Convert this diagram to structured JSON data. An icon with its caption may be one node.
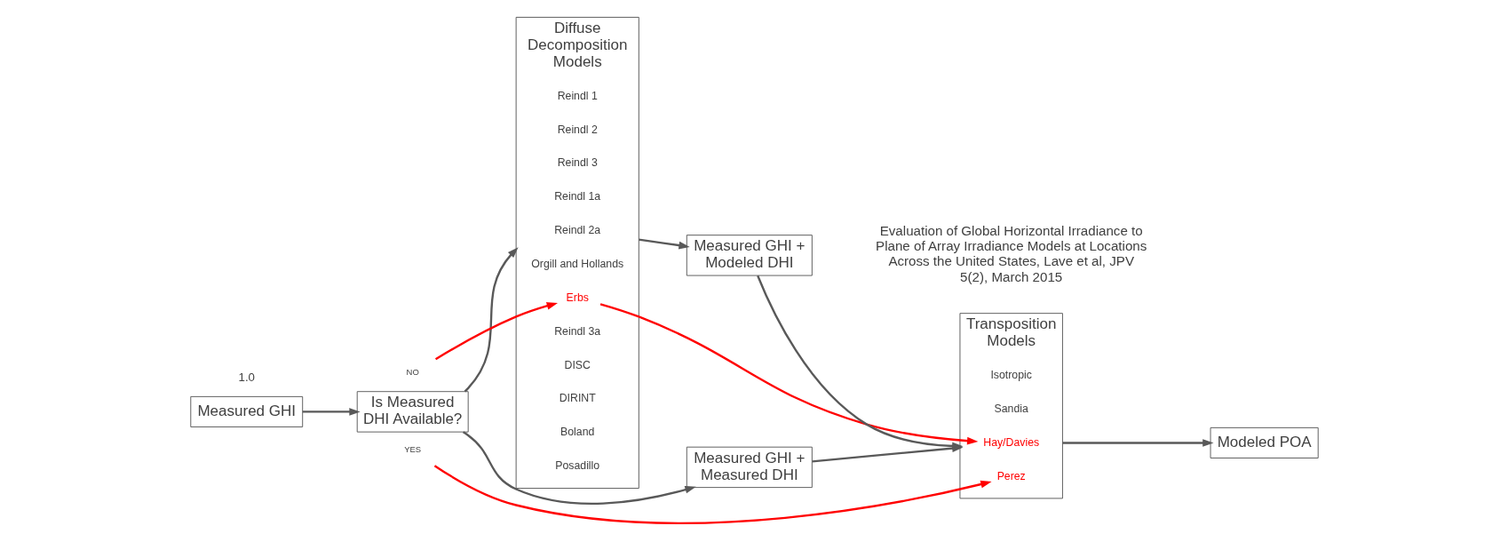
{
  "diagram": {
    "nodes": [
      {
        "text": [
          "Measured GHI"
        ]
      },
      {
        "text": [
          "Is Measured DHI Available?"
        ]
      },
      {
        "text": [
          "Diffuse Decomposition Models"
        ]
      },
      {
        "text": [
          "Orgill and Hollands"
        ],
        "in": 2
      },
      {
        "text": [
          "Erbs"
        ],
        "in": 2
      },
      {
        "text": [
          "Reindl 1"
        ],
        "in": 2
      },
      {
        "text": [
          "Reindl 2"
        ],
        "in": 2
      },
      {
        "text": [
          "Reindl 3"
        ],
        "in": 2
      },
      {
        "text": [
          "Reindl 1a"
        ],
        "in": 2
      },
      {
        "text": [
          "Reindl 2a"
        ],
        "in": 2
      },
      {
        "text": [
          "Reindl 3a"
        ],
        "in": 2
      },
      {
        "text": [
          "DISC"
        ],
        "in": 2
      },
      {
        "text": [
          "DIRINT"
        ],
        "in": 2
      },
      {
        "text": [
          "Boland"
        ],
        "in": 2
      },
      {
        "text": [
          "Posadillo"
        ],
        "in": 2
      },
      {
        "text": [
          "Measured GHI + Modeled DHI"
        ]
      },
      {
        "text": [
          "Transposition Models"
        ]
      },
      {
        "text": [
          "Isotropic"
        ],
        "in": 16
      },
      {
        "text": [
          "Sandia"
        ],
        "in": 16
      },
      {
        "text": [
          "Hay/Davies"
        ],
        "in": 16
      },
      {
        "text": [
          "Perez"
        ],
        "in": 16
      },
      {
        "text": [
          "Modeled POA"
        ]
      },
      {
        "text": [
          "Measured GHI + Measured DHI"
        ]
      },
      {
        "text": [
          "NO"
        ]
      },
      {
        "text": [
          "YES"
        ]
      }
    ],
    "edges": [
      {
        "from": 0,
        "to": 1,
        "arrow": "to"
      },
      {
        "from": 1,
        "to": 2,
        "arrow": "to"
      },
      {
        "from": 2,
        "to": 15,
        "arrow": "to"
      },
      {
        "from": 15,
        "to": 16,
        "arrow": "to"
      },
      {
        "from": 16,
        "to": 21,
        "arrow": "to"
      },
      {
        "from": 1,
        "to": 22,
        "arrow": "to"
      },
      {
        "from": 22,
        "to": 16,
        "arrow": "to"
      },
      {
        "from": 23,
        "to": 4,
        "arrow": "to",
        "color": "#ff0000"
      },
      {
        "from": 4,
        "to": 19,
        "arrow": "to",
        "color": "#ff0000"
      },
      {
        "from": 24,
        "to": 20,
        "arrow": "to",
        "color": "#ff0000"
      }
    ],
    "labels": [
      "Evaluation of Global Horizontal Irradiance to Plane of Array Irradiance Models at Locations Across the United States, Lave et al, JPV 5(2), March 2015",
      "1.0"
    ]
  }
}
